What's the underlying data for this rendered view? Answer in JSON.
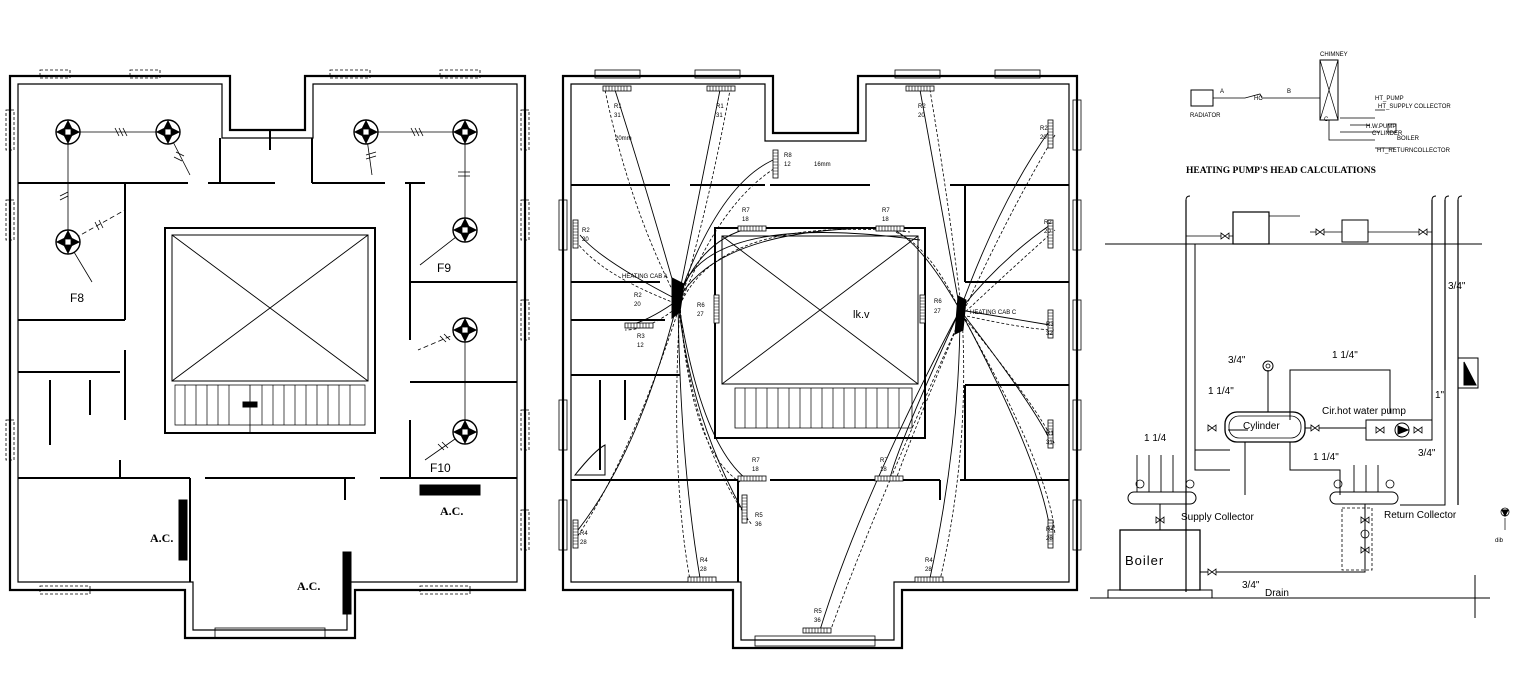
{
  "plan1": {
    "fan_labels": [
      "F8",
      "F9",
      "F10"
    ],
    "ac_labels": [
      "A.C.",
      "A.C.",
      "A.C."
    ]
  },
  "plan2": {
    "center_label": "lk.v",
    "cabinet_left": "HEATING CAB A",
    "cabinet_right": "HEATING CAB C",
    "pipe_label": "20mm",
    "pipe_label_2": "16mm",
    "radiators": [
      {
        "id": "R1",
        "val": "31"
      },
      {
        "id": "R1",
        "val": "31"
      },
      {
        "id": "R2",
        "val": "20"
      },
      {
        "id": "R2",
        "val": "20"
      },
      {
        "id": "R8",
        "val": "12"
      },
      {
        "id": "R7",
        "val": "18"
      },
      {
        "id": "R7",
        "val": "18"
      },
      {
        "id": "R2",
        "val": "20"
      },
      {
        "id": "R2",
        "val": "20"
      },
      {
        "id": "R2",
        "val": "20"
      },
      {
        "id": "R3",
        "val": "12"
      },
      {
        "id": "R6",
        "val": "27"
      },
      {
        "id": "R6",
        "val": "27"
      },
      {
        "id": "R3",
        "val": "32"
      },
      {
        "id": "R1",
        "val": "31"
      },
      {
        "id": "R7",
        "val": "18"
      },
      {
        "id": "R7",
        "val": "18"
      },
      {
        "id": "R5",
        "val": "36"
      },
      {
        "id": "R4",
        "val": "28"
      },
      {
        "id": "R4",
        "val": "28"
      },
      {
        "id": "R4",
        "val": "28"
      },
      {
        "id": "R4",
        "val": "28"
      },
      {
        "id": "R5",
        "val": "36"
      }
    ]
  },
  "schematic": {
    "chimney": "CHIMNEY",
    "radiator": "RADIATOR",
    "point_a": "A",
    "point_b": "B",
    "point_c": "C",
    "hc": "HC",
    "ht_pump": "HT_PUMP",
    "ht_supply": "HT_SUPPLY COLLECTOR",
    "hw_pump": "H.W.PUMP",
    "cylinder_small": "CYLINDER",
    "boiler_small": "BOILER",
    "ht_return": "HT_RETURNCOLLECTOR",
    "title": "HEATING PUMP'S HEAD CALCULATIONS"
  },
  "piping": {
    "size_34_right": "3/4\"",
    "size_34_top": "3/4\"",
    "size_114_top": "1 1/4\"",
    "size_114_left": "1 1/4\"",
    "size_1_right": "1\"",
    "size_114_left2": "1 1/4",
    "cylinder": "Cylinder",
    "pump_label": "Cir.hot water pump",
    "size_114_mid": "1 1/4\"",
    "size_34_pump": "3/4\"",
    "supply_collector": "Supply Collector",
    "return_collector": "Return Collector",
    "boiler": "Boiler",
    "drain_size": "3/4\"",
    "drain": "Drain",
    "legend_label": "dib"
  }
}
